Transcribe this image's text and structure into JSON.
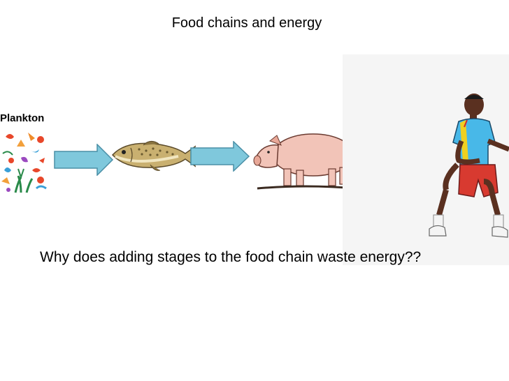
{
  "slide": {
    "title": "Food chains and energy",
    "plankton_label": "Plankton",
    "question": "Why does adding stages to the food chain waste energy??"
  },
  "chain": [
    "plankton-icon",
    "fish-icon",
    "pig-icon",
    "human-icon"
  ],
  "colors": {
    "arrow_fill": "#7fc8dc",
    "arrow_stroke": "#4a8fa6",
    "panel_bg": "#f5f5f5"
  }
}
